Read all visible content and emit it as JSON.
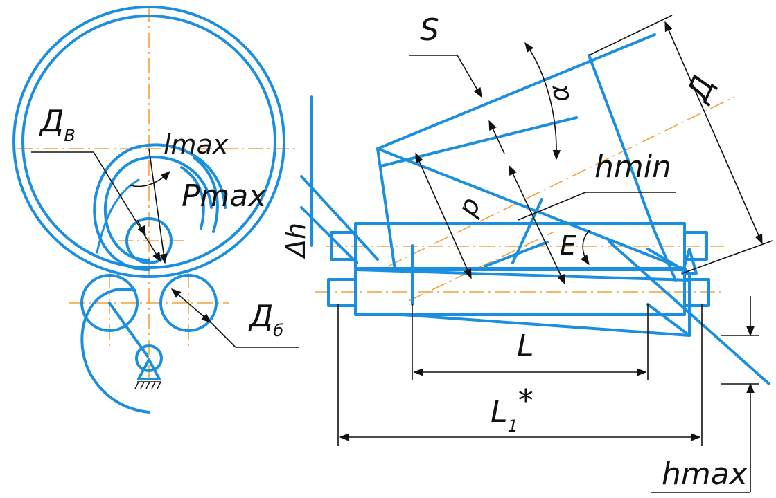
{
  "colors": {
    "geometry": "#1a8fe0",
    "axis": "#f2a23a",
    "dimension": "#111111",
    "background": "#ffffff"
  },
  "labels": {
    "d_v": "Д",
    "d_v_sub": "В",
    "l_max": "lmax",
    "p_max": "Pmax",
    "d_b": "Д",
    "d_b_sub": "б",
    "delta_h": "Δh",
    "s": "S",
    "alpha": "α",
    "d": "Д",
    "p": "p",
    "h_min": "hmin",
    "e": "E",
    "l": "L",
    "l1": "L",
    "l1_sub": "1",
    "l1_star": "*",
    "h_max": "hmax"
  }
}
